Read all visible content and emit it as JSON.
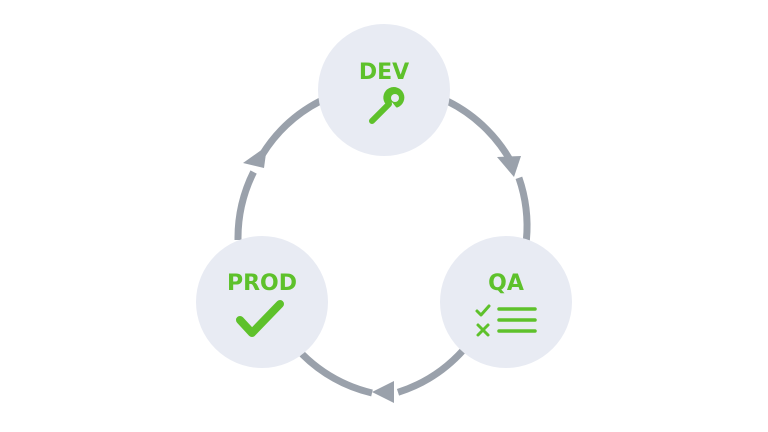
{
  "diagram": {
    "type": "cycle",
    "colors": {
      "node_fill": "#e8ebf3",
      "accent": "#5ec12b",
      "arrow": "#9aa1ab"
    },
    "nodes": [
      {
        "id": "dev",
        "label": "DEV",
        "icon": "wrench-icon"
      },
      {
        "id": "qa",
        "label": "QA",
        "icon": "checklist-icon"
      },
      {
        "id": "prod",
        "label": "PROD",
        "icon": "checkmark-icon"
      }
    ],
    "edges": [
      {
        "from": "dev",
        "to": "qa"
      },
      {
        "from": "qa",
        "to": "prod"
      },
      {
        "from": "prod",
        "to": "dev"
      }
    ]
  }
}
